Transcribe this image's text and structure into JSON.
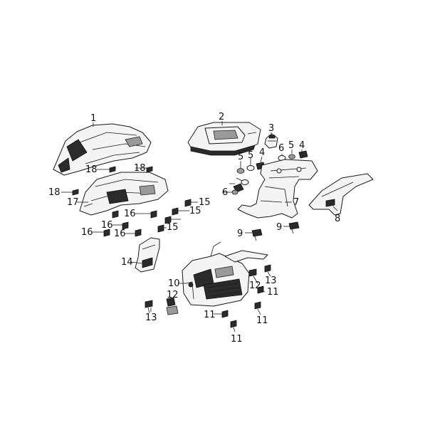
{
  "callouts": [
    "1",
    "2",
    "3",
    "4",
    "4",
    "5",
    "5",
    "5",
    "6",
    "6",
    "7",
    "8",
    "9",
    "9",
    "10",
    "11",
    "11",
    "11",
    "11",
    "12",
    "12",
    "13",
    "13",
    "14",
    "15",
    "15",
    "15",
    "16",
    "16",
    "16",
    "16",
    "17",
    "18",
    "18",
    "18"
  ],
  "colors": {
    "ink": "#1a1a1a",
    "fill": "#f4f4f4",
    "dark": "#2b2b2b",
    "background": "#ffffff"
  }
}
